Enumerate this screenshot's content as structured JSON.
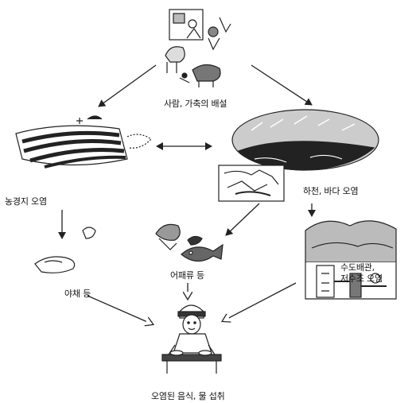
{
  "labels": {
    "source": "사람, 가축의 배설",
    "farmland": "농경지 오염",
    "river_sea": "하천, 바다 오염",
    "vegetables": "야채 등",
    "fish": "어패류 등",
    "water_pipes_line1": "수도배관,",
    "water_pipes_line2": "저수조 오염",
    "result": "오염된 음식, 물 섭취"
  }
}
